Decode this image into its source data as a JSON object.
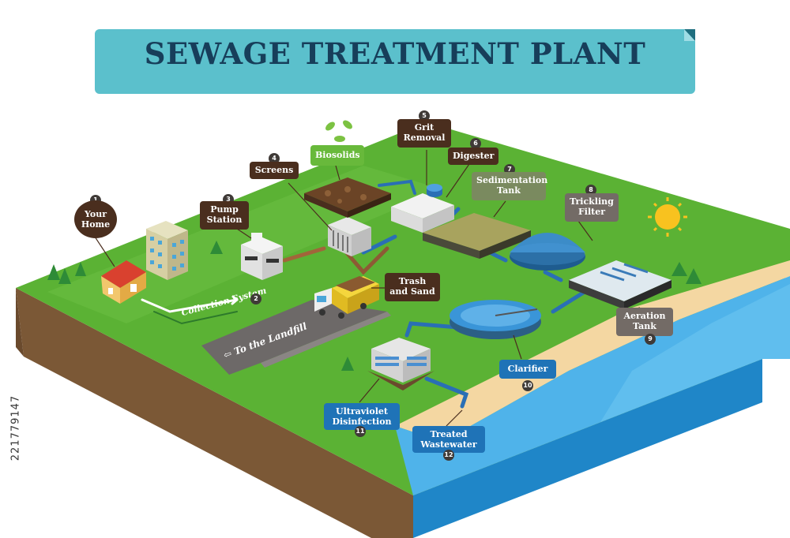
{
  "title": "SEWAGE TREATMENT PLANT",
  "colors": {
    "banner": "#5bc0cc",
    "title": "#173e5a",
    "grass": "#5bb234",
    "soil": "#7b5836",
    "water": "#2f9fe0",
    "road": "#6d6968",
    "label_brown": "#4a2e1e",
    "label_green": "#68b93b",
    "label_blue": "#1f73b7"
  },
  "stages": [
    {
      "num": "1",
      "label": "Your Home"
    },
    {
      "num": "2",
      "label": "Collection System"
    },
    {
      "num": "3",
      "label": "Pump Station"
    },
    {
      "num": "4",
      "label": "Screens"
    },
    {
      "num": "5",
      "label": "Grit Removal"
    },
    {
      "num": "6",
      "label": "Digester"
    },
    {
      "num": "7",
      "label": "Sedimentation Tank"
    },
    {
      "num": "8",
      "label": "Trickling Filter"
    },
    {
      "num": "9",
      "label": "Aeration Tank"
    },
    {
      "num": "10",
      "label": "Clarifier"
    },
    {
      "num": "11",
      "label": "Ultraviolet Disinfection"
    },
    {
      "num": "12",
      "label": "Treated Wastewater"
    }
  ],
  "extra_labels": {
    "biosolids": "Biosolids",
    "trash_sand": "Trash and Sand",
    "landfill": "To the Landfill"
  },
  "stock_id": "221779147",
  "icons": [
    "recycle-leaf-icon",
    "sun-icon",
    "house-icon",
    "building-icon",
    "truck-icon",
    "tree-icon"
  ]
}
